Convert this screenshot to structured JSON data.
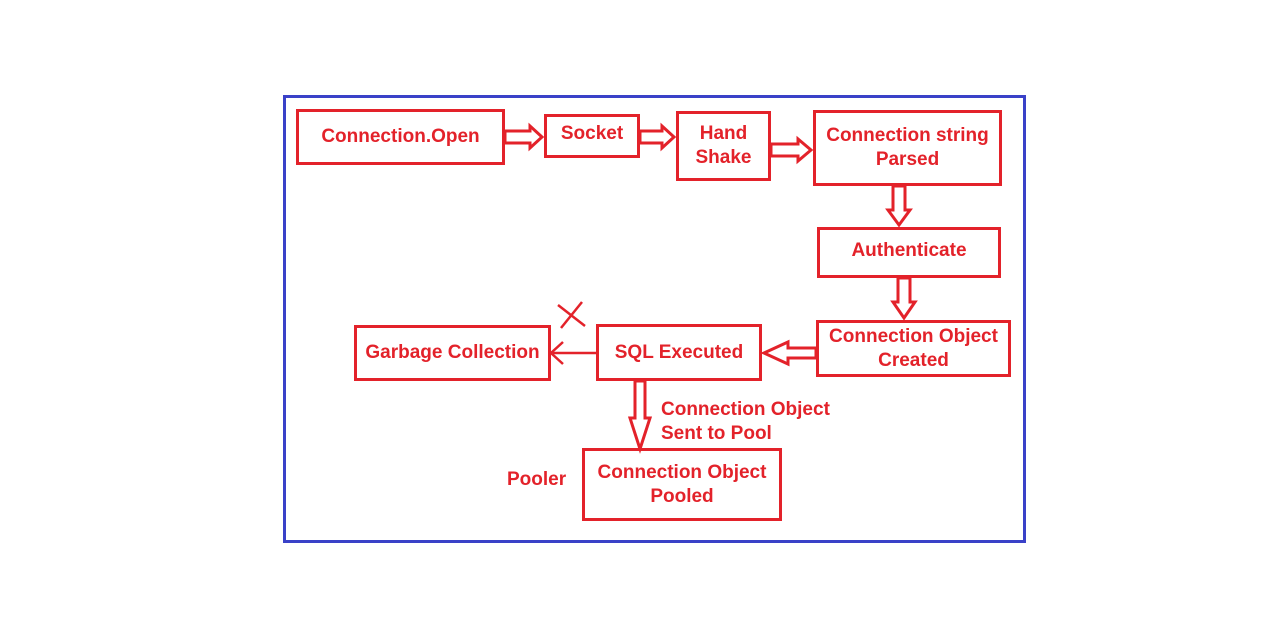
{
  "colors": {
    "frame": "#3a41c8",
    "accent": "#e3222a",
    "background": "#ffffff"
  },
  "nodes": {
    "connection_open": {
      "line1": "Connection.Open"
    },
    "socket": {
      "line1": "Socket"
    },
    "hand_shake": {
      "line1": "Hand",
      "line2": "Shake"
    },
    "connection_string_parsed": {
      "line1": "Connection string",
      "line2": "Parsed"
    },
    "authenticate": {
      "line1": "Authenticate"
    },
    "connection_object_created": {
      "line1": "Connection Object",
      "line2": "Created"
    },
    "sql_executed": {
      "line1": "SQL Executed"
    },
    "garbage_collection": {
      "line1": "Garbage Collection"
    },
    "connection_object_pooled": {
      "line1": "Connection Object",
      "line2": "Pooled"
    }
  },
  "labels": {
    "sent_to_pool_line1": "Connection Object",
    "sent_to_pool_line2": "Sent to Pool",
    "pooler": "Pooler"
  },
  "icons": {
    "blocked_path": "cross-mark-icon"
  }
}
